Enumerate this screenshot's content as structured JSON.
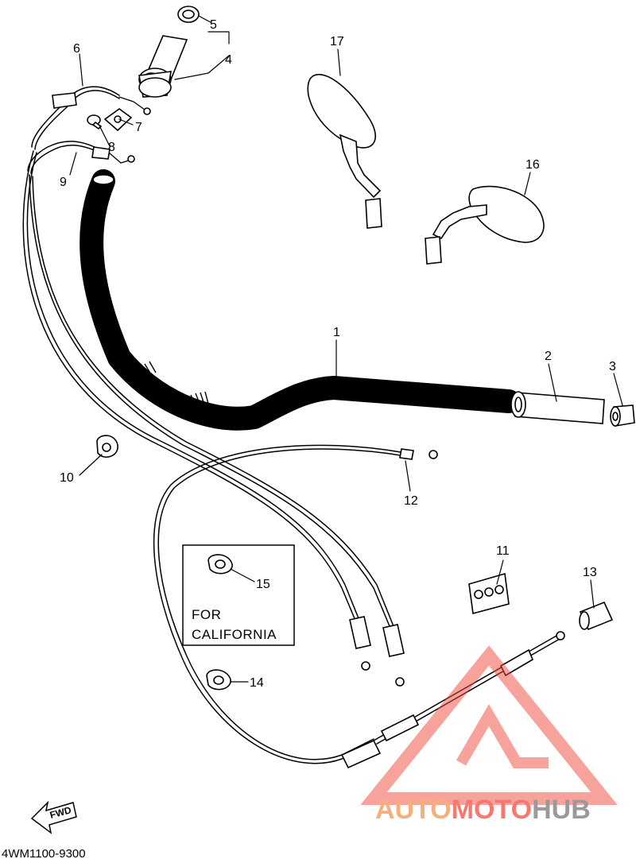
{
  "callouts": [
    {
      "id": "1",
      "label": "1"
    },
    {
      "id": "2",
      "label": "2"
    },
    {
      "id": "3",
      "label": "3"
    },
    {
      "id": "4",
      "label": "4"
    },
    {
      "id": "5",
      "label": "5"
    },
    {
      "id": "6",
      "label": "6"
    },
    {
      "id": "7",
      "label": "7"
    },
    {
      "id": "8",
      "label": "8"
    },
    {
      "id": "9",
      "label": "9"
    },
    {
      "id": "10",
      "label": "10"
    },
    {
      "id": "11",
      "label": "11"
    },
    {
      "id": "12",
      "label": "12"
    },
    {
      "id": "13",
      "label": "13"
    },
    {
      "id": "14",
      "label": "14"
    },
    {
      "id": "15",
      "label": "15"
    },
    {
      "id": "16",
      "label": "16"
    },
    {
      "id": "17",
      "label": "17"
    }
  ],
  "california_box": {
    "line1": "FOR",
    "line2": "CALIFORNIA"
  },
  "fwd_label": "FWD",
  "diagram_code": "4WM1100-9300",
  "watermark": {
    "part1": "AUTO",
    "part2": "MOTO",
    "part3": "HUB",
    "colors": {
      "auto": "#f5b07a",
      "moto": "#f4796f",
      "hub": "#9a9a9a",
      "triangle": "#f24a3c"
    }
  }
}
